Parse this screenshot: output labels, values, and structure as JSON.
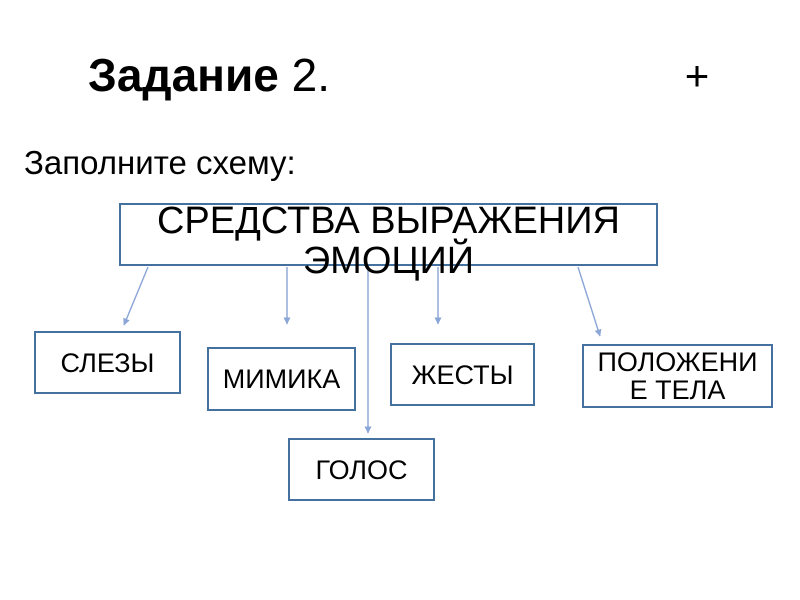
{
  "slide": {
    "title_main": "Задание",
    "title_number": "2.",
    "corner_mark": "+",
    "instruction": "Заполните схему:"
  },
  "diagram": {
    "root": {
      "id": "root",
      "label": "СРЕДСТВА ВЫРАЖЕНИЯ\nЭМОЦИЙ"
    },
    "children": [
      {
        "id": "slezy",
        "label": "СЛЕЗЫ"
      },
      {
        "id": "mimika",
        "label": "МИМИКА"
      },
      {
        "id": "zhesty",
        "label": "ЖЕСТЫ"
      },
      {
        "id": "polozhenie",
        "label": "ПОЛОЖЕНИ\nЕ ТЕЛА"
      },
      {
        "id": "golos",
        "label": "ГОЛОС"
      }
    ],
    "edges": [
      {
        "from": "root",
        "to": "slezy"
      },
      {
        "from": "root",
        "to": "mimika"
      },
      {
        "from": "root",
        "to": "golos"
      },
      {
        "from": "root",
        "to": "zhesty"
      },
      {
        "from": "root",
        "to": "polozhenie"
      }
    ]
  },
  "colors": {
    "box_border": "#44719e",
    "connector_line": "#8aa5d6",
    "text_color": "#000000",
    "background": "#ffffff"
  }
}
